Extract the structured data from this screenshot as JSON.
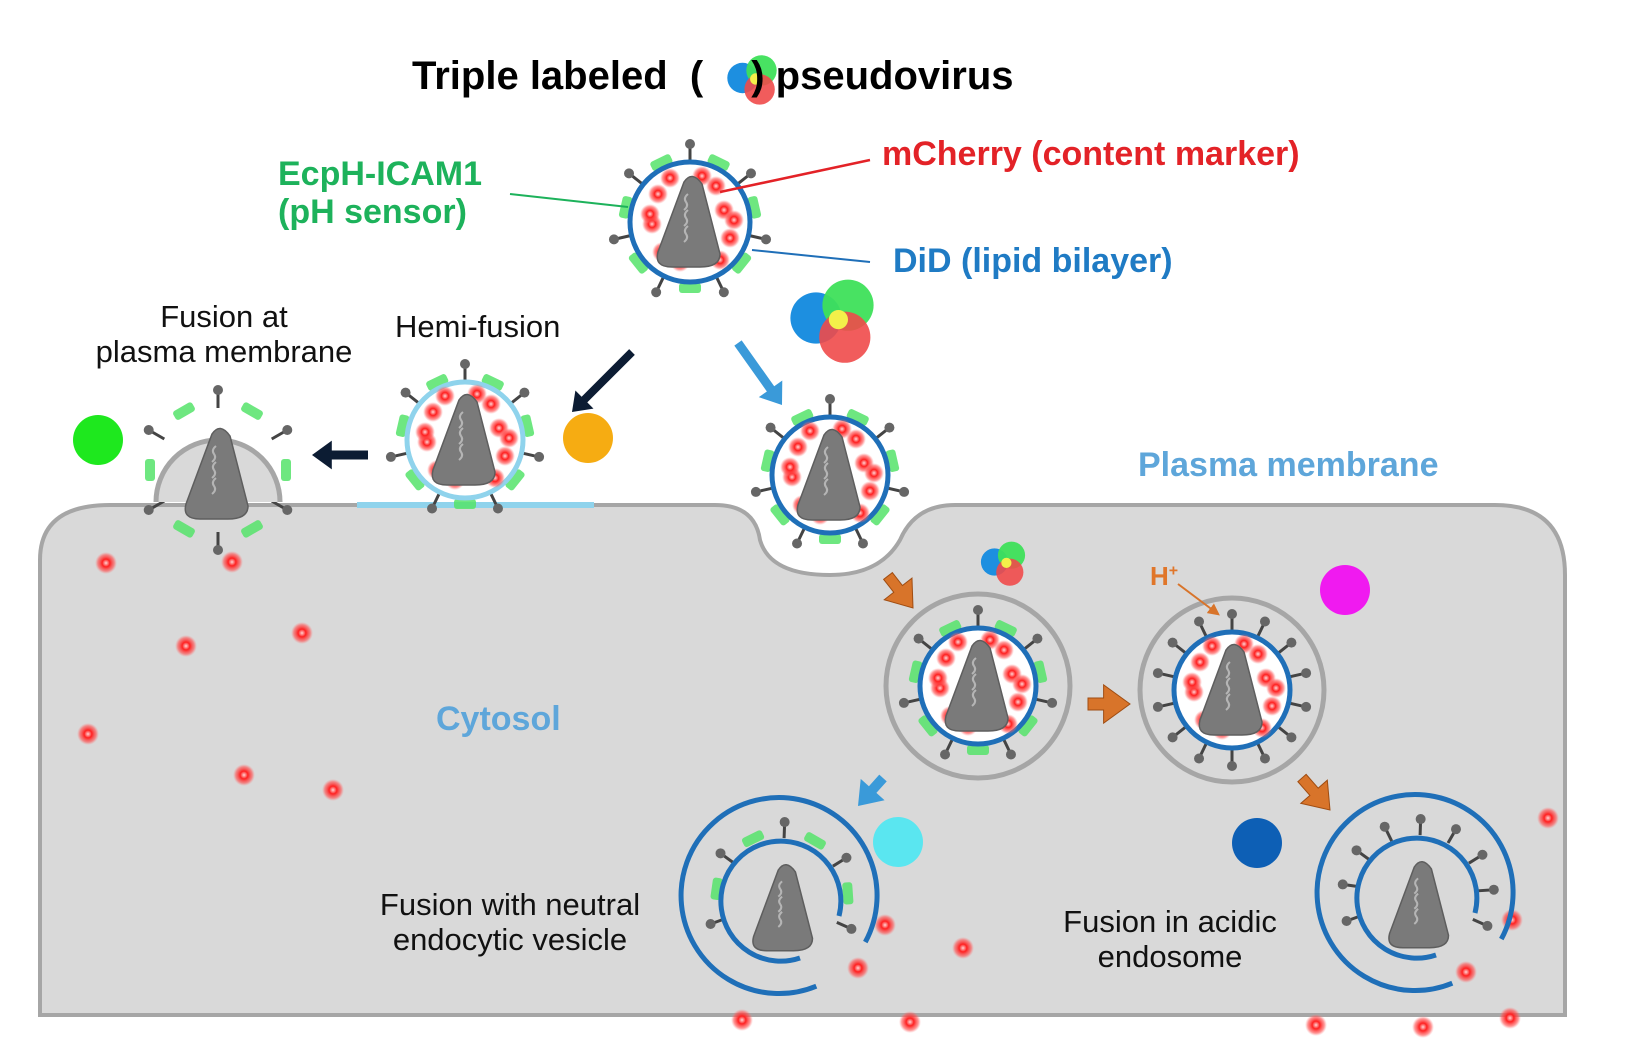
{
  "title": {
    "prefix": "Triple labeled",
    "open_paren": "(",
    "close_paren": ")",
    "suffix": "pseudovirus"
  },
  "labels": {
    "ecph_line1": "EcpH-ICAM1",
    "ecph_line2": "(pH sensor)",
    "mcherry": "mCherry (content marker)",
    "did": "DiD (lipid bilayer)",
    "fusion_pm_line1": "Fusion at",
    "fusion_pm_line2": "plasma membrane",
    "hemi_fusion": "Hemi-fusion",
    "plasma_membrane": "Plasma membrane",
    "cytosol": "Cytosol",
    "proton_base": "H",
    "proton_sup": "+",
    "neutral_line1": "Fusion with neutral",
    "neutral_line2": "endocytic vesicle",
    "acidic_line1": "Fusion in acidic",
    "acidic_line2": "endosome"
  },
  "colors": {
    "cell": "#d9d9d9",
    "cell_border": "#a6a6a6",
    "membrane_blue": "#1f6fb8",
    "membrane_light": "#8fd3ec",
    "content_red": "#ff2a2a",
    "ph_green": "#55e36a",
    "capsid": "#7a7a7a",
    "arrow_black": "#0c1c33",
    "arrow_blue": "#3a9ad9",
    "arrow_orange": "#d8742a",
    "dot_green": "#1ee81e",
    "dot_orange": "#f6ac12",
    "dot_magenta": "#f01af0",
    "dot_cyan": "#5ae6f0",
    "dot_navy": "#0d5fb5"
  }
}
